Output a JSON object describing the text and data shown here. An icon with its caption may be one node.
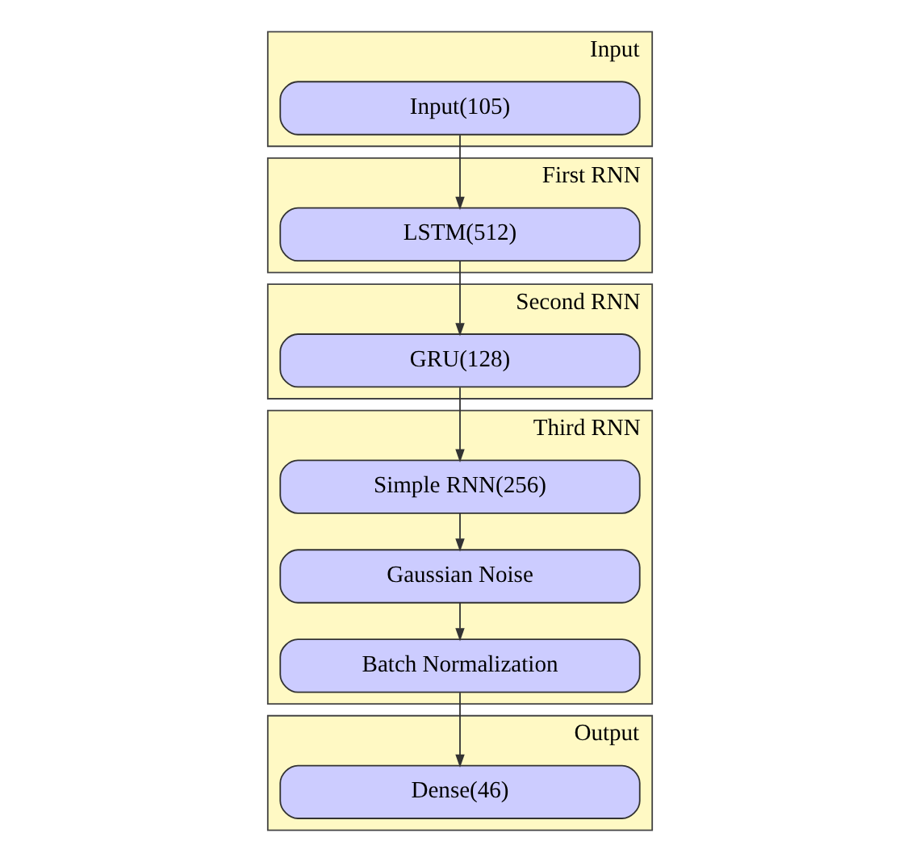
{
  "diagram": {
    "nodes": [
      {
        "text": [
          "Input"
        ]
      },
      {
        "text": [
          "Input(105)"
        ],
        "in": 0
      },
      {
        "text": [
          "First RNN"
        ]
      },
      {
        "text": [
          "LSTM(512)"
        ],
        "in": 2
      },
      {
        "text": [
          "Second RNN"
        ]
      },
      {
        "text": [
          "GRU(128)"
        ],
        "in": 4
      },
      {
        "text": [
          "Third RNN"
        ]
      },
      {
        "text": [
          "Simple RNN(256)"
        ],
        "in": 6
      },
      {
        "text": [
          "Gaussian Noise"
        ],
        "in": 6
      },
      {
        "text": [
          "Batch Normalization"
        ],
        "in": 6
      },
      {
        "text": [
          "Output"
        ]
      },
      {
        "text": [
          "Dense(46)"
        ],
        "in": 10
      }
    ],
    "edges": [
      {
        "from": 1,
        "to": 3,
        "arrow": "to"
      },
      {
        "from": 3,
        "to": 5,
        "arrow": "to"
      },
      {
        "from": 5,
        "to": 7,
        "arrow": "to"
      },
      {
        "from": 7,
        "to": 8,
        "arrow": "to"
      },
      {
        "from": 8,
        "to": 9,
        "arrow": "to"
      },
      {
        "from": 9,
        "to": 11,
        "arrow": "to"
      }
    ]
  }
}
